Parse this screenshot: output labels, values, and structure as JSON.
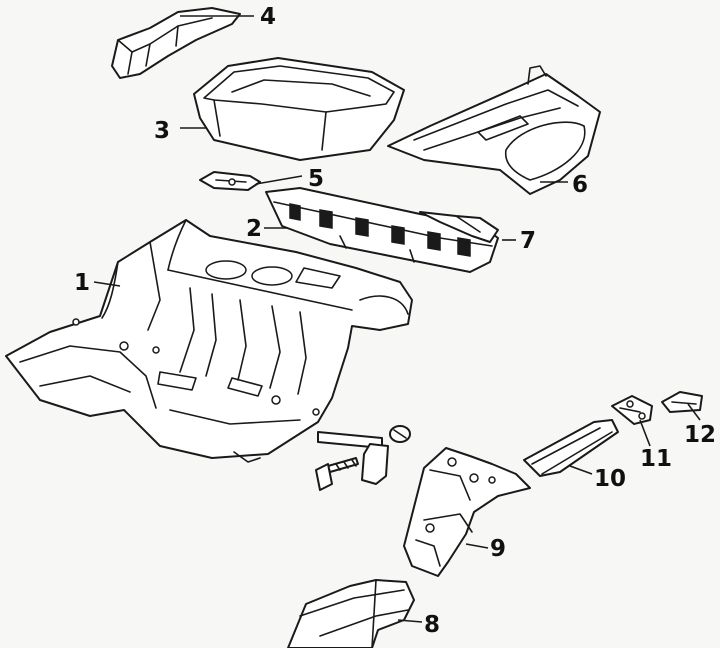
{
  "diagram": {
    "callouts": [
      {
        "id": "1",
        "label": "1"
      },
      {
        "id": "2",
        "label": "2"
      },
      {
        "id": "3",
        "label": "3"
      },
      {
        "id": "4",
        "label": "4"
      },
      {
        "id": "5",
        "label": "5"
      },
      {
        "id": "6",
        "label": "6"
      },
      {
        "id": "7",
        "label": "7"
      },
      {
        "id": "8",
        "label": "8"
      },
      {
        "id": "9",
        "label": "9"
      },
      {
        "id": "10",
        "label": "10"
      },
      {
        "id": "11",
        "label": "11"
      },
      {
        "id": "12",
        "label": "12"
      }
    ],
    "colors": {
      "ink": "#1a1a1a",
      "paper": "#f7f7f5"
    }
  }
}
